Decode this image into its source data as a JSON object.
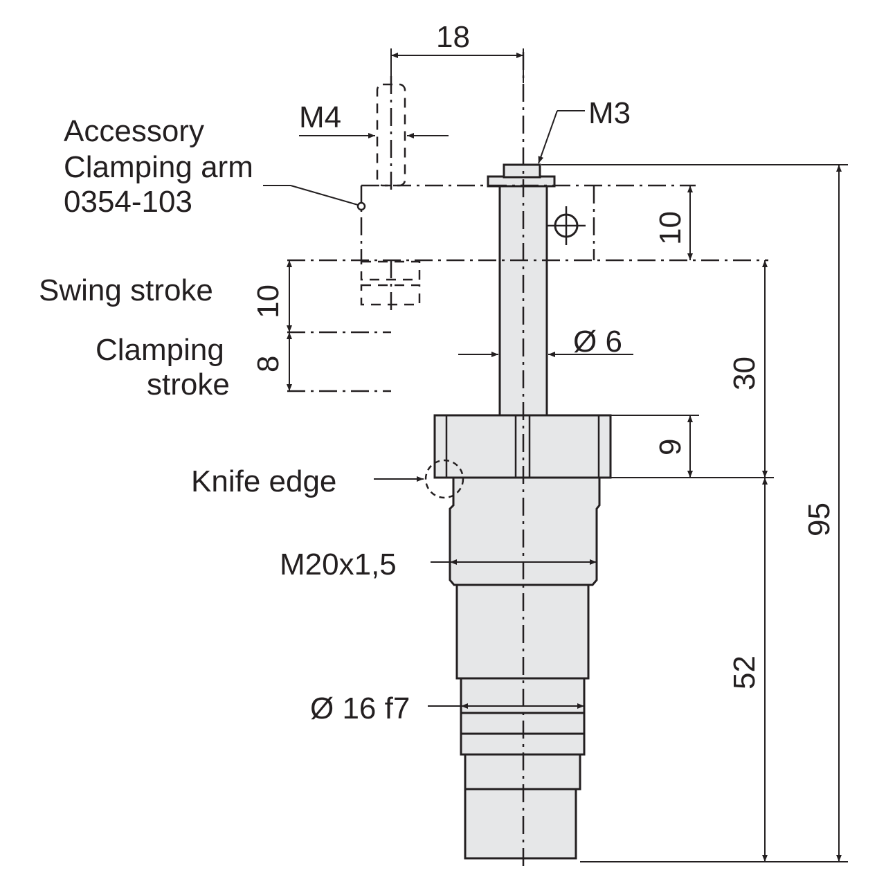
{
  "drawing": {
    "accessory": {
      "line1": "Accessory",
      "line2": "Clamping arm",
      "line3": "0354-103"
    },
    "thread_m4": "M4",
    "thread_m3": "M3",
    "arm_offset": "18",
    "swing_stroke_label": "Swing stroke",
    "swing_stroke_value": "10",
    "clamping_stroke_line1": "Clamping",
    "clamping_stroke_line2": "stroke",
    "clamping_stroke_value": "8",
    "plunger_diameter": "Ø 6",
    "knife_edge": "Knife edge",
    "thread_main": "M20x1,5",
    "body_diameter": "Ø 16 f7",
    "dim_10_top": "10",
    "dim_30": "30",
    "dim_9": "9",
    "dim_52": "52",
    "dim_95": "95",
    "colors": {
      "fill": "#e6e7e8",
      "line": "#231f20"
    }
  }
}
